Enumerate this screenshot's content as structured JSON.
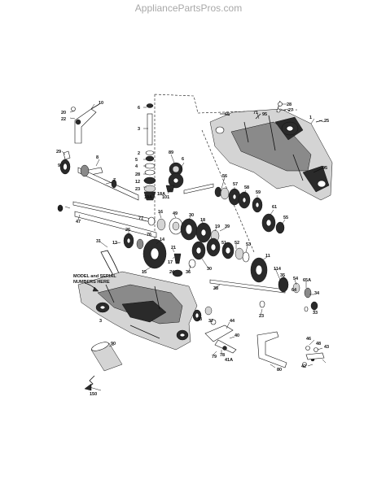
{
  "header": {
    "site": "AppliancePartsPros.com"
  },
  "notes": {
    "model_serial": [
      "MODEL and SERIAL",
      "NUMBERS HERE"
    ]
  },
  "callouts": {
    "c20": "20",
    "c22": "22",
    "c10": "10",
    "c29": "29",
    "c9": "9",
    "c8": "8",
    "c7": "7",
    "c6a": "6",
    "c3": "3",
    "c5": "5",
    "c4": "4",
    "c28a": "28",
    "c12": "12",
    "c23a": "23",
    "c19a": "19A",
    "c89": "89",
    "c6b": "6",
    "c18a": "18A",
    "c101": "101",
    "c23b": "23",
    "c47": "47",
    "c77": "77",
    "c76": "76",
    "c16": "16",
    "c49": "49",
    "c30a": "30",
    "c18b": "18",
    "c19b": "19",
    "c39": "39",
    "c57": "57",
    "c56": "56",
    "c58": "58",
    "c59": "59",
    "c61": "61",
    "c55": "55",
    "c65": "65",
    "c71": "71",
    "c28b": "28",
    "c27": "27",
    "c25": "25",
    "c1": "1",
    "c2": "2",
    "c31": "31",
    "c13": "13",
    "c26": "26",
    "c14": "14",
    "c21": "21",
    "c17": "17",
    "c15": "15",
    "c24": "24",
    "c36": "36",
    "c30b": "30",
    "c51": "51",
    "c52": "52",
    "c11": "11",
    "c114": "114",
    "c35": "35",
    "c54": "54",
    "c64": "64",
    "c65a": "65A",
    "c34": "34",
    "c33": "33",
    "c90": "90",
    "c38": "38",
    "c37": "37",
    "c44": "44",
    "c78": "78",
    "c41a": "41A",
    "c79": "79",
    "c80": "80",
    "c46": "46",
    "c43": "43",
    "c42": "42",
    "c150": "150",
    "c95a": "95",
    "c95b": "95",
    "c40": "40",
    "c48": "48",
    "c53": "53"
  },
  "colors": {
    "ink": "#111111",
    "header_text": "#a8a8a8",
    "background": "#ffffff"
  }
}
